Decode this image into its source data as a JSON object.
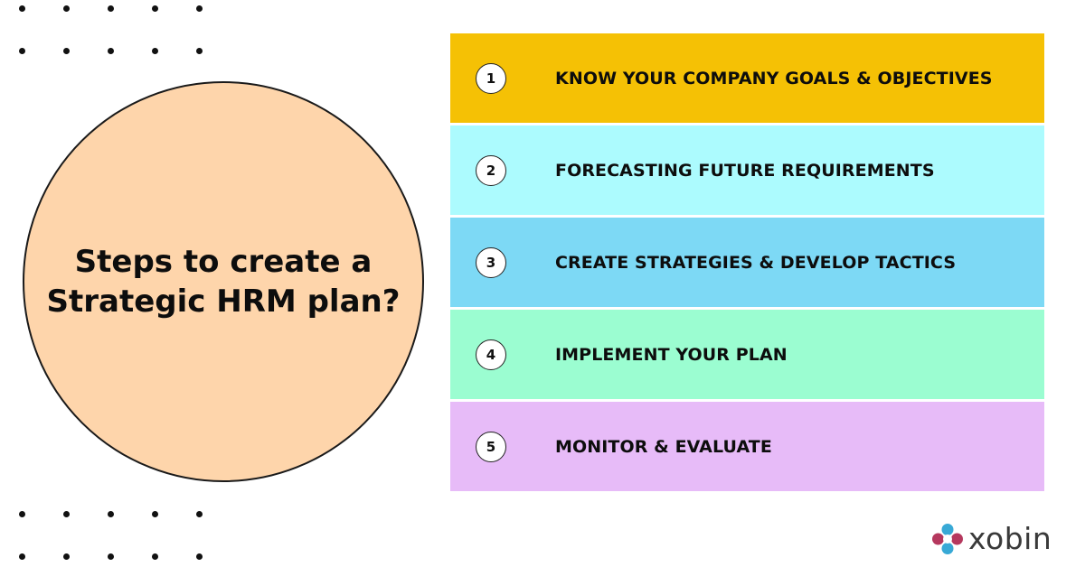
{
  "title": "Steps to create a Strategic HRM plan?",
  "steps": [
    {
      "number": "1",
      "label": "KNOW YOUR COMPANY GOALS & OBJECTIVES",
      "color": "#f5c105"
    },
    {
      "number": "2",
      "label": "FORECASTING FUTURE REQUIREMENTS",
      "color": "#acfbfe"
    },
    {
      "number": "3",
      "label": "CREATE STRATEGIES & DEVELOP TACTICS",
      "color": "#7dd9f5"
    },
    {
      "number": "4",
      "label": "IMPLEMENT YOUR PLAN",
      "color": "#9bfdd1"
    },
    {
      "number": "5",
      "label": "MONITOR & EVALUATE",
      "color": "#e7bbf8"
    }
  ],
  "colors": {
    "circle_fill": "#fed5ab",
    "logo_blue": "#38a9d6",
    "logo_pink": "#b5385e"
  },
  "logo": {
    "text": "xobin",
    "icon": "xobin-logo-icon"
  }
}
